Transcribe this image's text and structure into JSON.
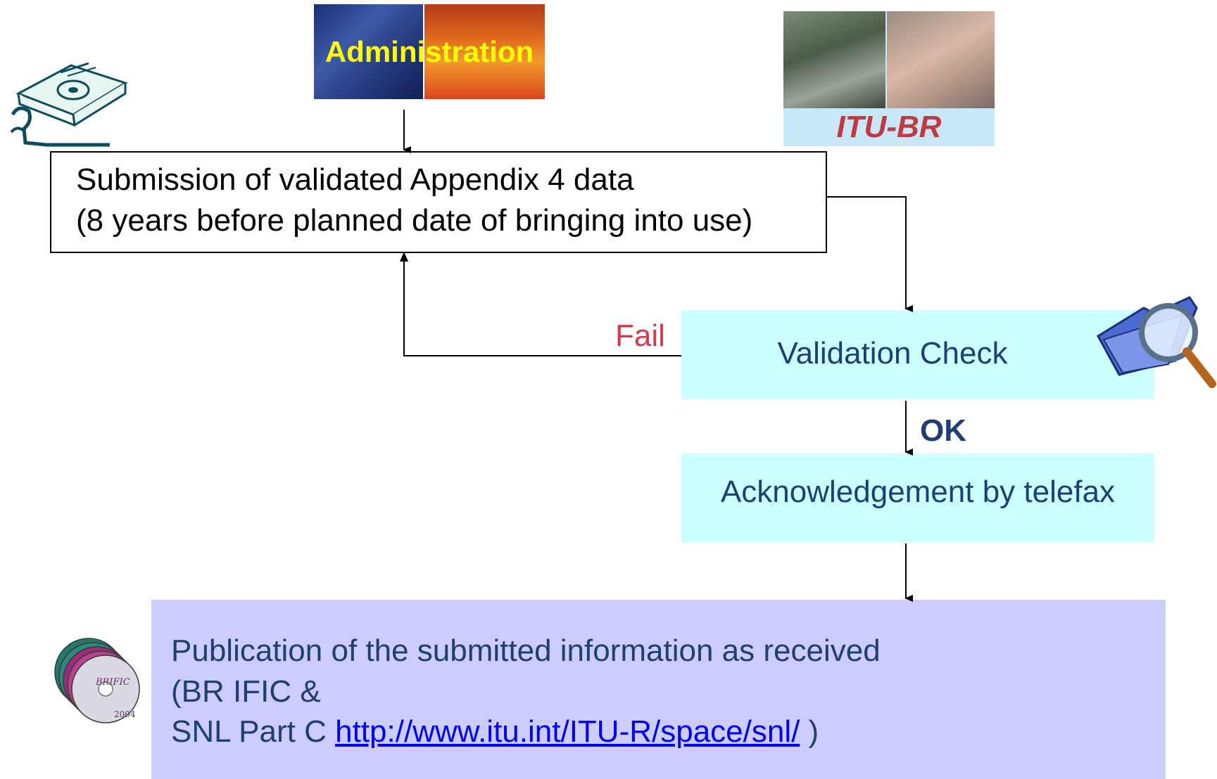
{
  "top_images": {
    "administration_label": "Administration",
    "itubr_label": "ITU-BR"
  },
  "submission": {
    "line1": "Submission of validated Appendix 4 data",
    "line2": "(8 years before planned date of bringing into use)"
  },
  "validation": {
    "label": "Validation Check"
  },
  "fail_label": "Fail",
  "ok_label": "OK",
  "acknowledgement": {
    "label": "Acknowledgement by telefax"
  },
  "publication": {
    "line1": "Publication of the submitted information as received",
    "line2": "(BR IFIC &",
    "line3_prefix": " SNL Part C ",
    "link": "http://www.itu.int/ITU-R/space/snl/",
    "line3_suffix": " )"
  },
  "cd_stack_text": {
    "brand": "BRIFIC",
    "year": "2004"
  },
  "colors": {
    "box_cyan": "#ccffff",
    "box_lavender": "#ccccff",
    "text_navy": "#1f3e75",
    "fail_red": "#d23c4a",
    "itubr_red": "#c2393f",
    "admin_yellow": "#ffff00"
  },
  "icons": [
    "floppy-disk-person-icon",
    "folder-magnifier-icon",
    "cd-stack-icon"
  ]
}
